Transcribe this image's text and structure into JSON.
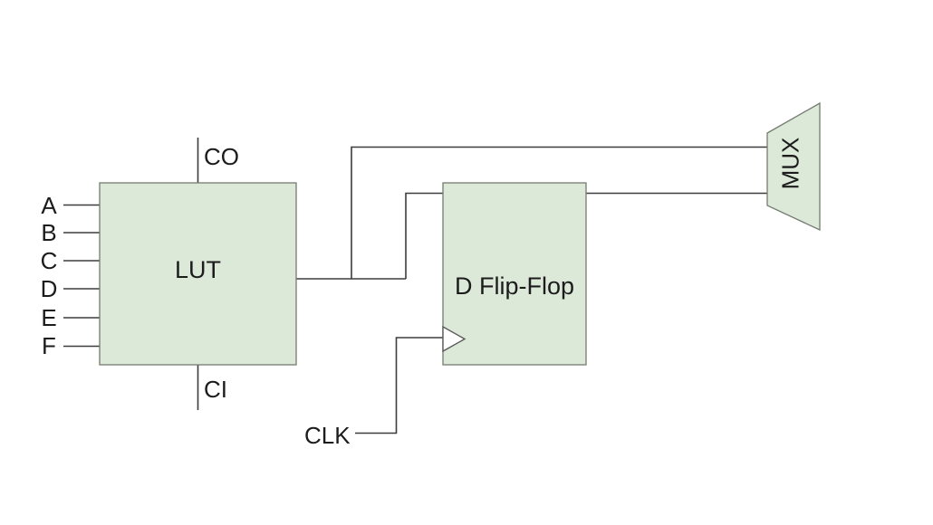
{
  "blocks": {
    "lut": {
      "label": "LUT"
    },
    "flip_flop": {
      "label": "D Flip-Flop"
    },
    "mux": {
      "label": "MUX"
    }
  },
  "input_labels": [
    "A",
    "B",
    "C",
    "D",
    "E",
    "F"
  ],
  "port_labels": {
    "carry_out": "CO",
    "carry_in": "CI",
    "clock": "CLK"
  },
  "colors": {
    "block_fill": "#dce8d8",
    "block_stroke": "#747b70",
    "wire": "#3d3d3d",
    "text": "#1c1c1c",
    "background": "#ffffff"
  }
}
